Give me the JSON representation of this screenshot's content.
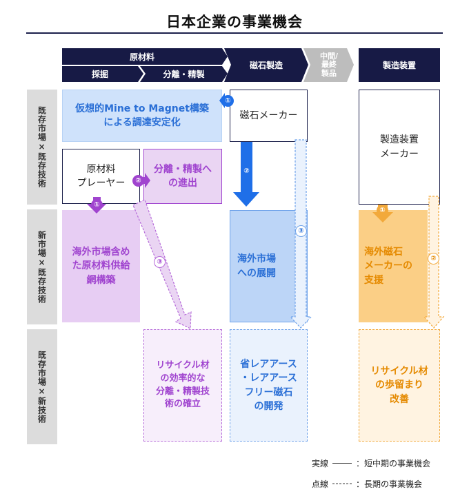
{
  "title": "日本企業の事業機会",
  "columns": {
    "raw_materials": "原材料",
    "mining": "採掘",
    "separation": "分離・精製",
    "magnet_mfg": "磁石製造",
    "intermediate": "中間/\n最終\n製品",
    "equipment": "製造装置"
  },
  "rows": {
    "row1": "既存市場×既存技術",
    "row2": "新市場×既存技術",
    "row3": "既存市場×新技術"
  },
  "boxes": {
    "mine_to_magnet": "仮想的Mine to Magnet構築\nによる調達安定化",
    "magnet_maker": "磁石メーカー",
    "equipment_maker": "製造装置\nメーカー",
    "raw_player": "原材料\nプレーヤー",
    "separation_entry": "分離・精製へ\nの進出",
    "overseas_supply": "海外市場含め\nた原材料供給\n網構築",
    "overseas_expansion": "海外市場\nへの展開",
    "overseas_magnet_support": "海外磁石\nメーカーの\n支援",
    "recycle_separation": "リサイクル材\nの効率的な\n分離・精製技\n術の確立",
    "rare_earth_free": "省レアアース\n・レアアース\nフリー磁石\nの開発",
    "recycle_yield": "リサイクル材\nの歩留まり\n改善"
  },
  "badges": {
    "b1": "①",
    "b2": "②",
    "b3": "③"
  },
  "legend": {
    "solid_label": "実線",
    "solid_desc": "：短中期の事業機会",
    "dashed_label": "点線",
    "dashed_desc": "：長期の事業機会"
  },
  "colors": {
    "navy": "#171a45",
    "blue": "#2a6fd6",
    "purple": "#a044cf",
    "orange": "#e58a00"
  }
}
